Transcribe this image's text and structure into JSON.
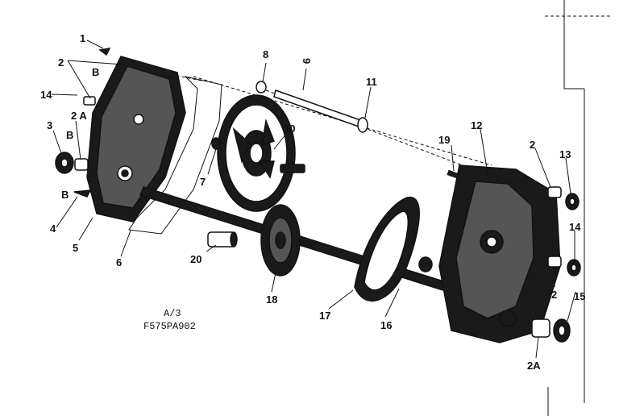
{
  "labels": {
    "l1": "1",
    "l2a": "2",
    "l2b": "2",
    "l2c": "2",
    "l2A_left": "2 A",
    "l2A_bottom": "2A",
    "l3": "3",
    "l4": "4",
    "l5": "5",
    "l6": "6",
    "l7": "7",
    "l8": "8",
    "l9": "9",
    "l10": "10",
    "l11": "11",
    "l12": "12",
    "l13": "13",
    "l14_left": "14",
    "l14_right": "14",
    "l15": "15",
    "l16": "16",
    "l17": "17",
    "l18": "18",
    "l19": "19",
    "l20": "20",
    "b1": "B",
    "b2": "B",
    "b3": "B"
  },
  "caption": {
    "line1": "A/3",
    "line2": "F575PA902"
  }
}
